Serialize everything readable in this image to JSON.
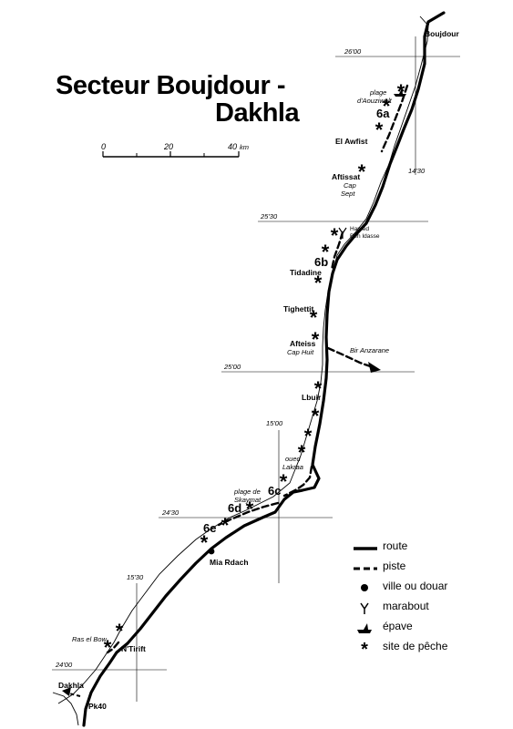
{
  "title": {
    "line1": "Secteur Boujdour -",
    "line2": "Dakhla"
  },
  "scale": {
    "ticks": [
      "0",
      "20",
      "40"
    ],
    "unit": "km"
  },
  "coords": {
    "lat_2600": "26'00",
    "lat_2530": "25'30",
    "lat_2500": "25'00",
    "lat_2430": "24'30",
    "lat_2400": "24'00",
    "lon_1430": "14'30",
    "lon_1500": "15'00",
    "lon_1530": "15'30"
  },
  "places": {
    "boujdour": "Boujdour",
    "el_awfist": "El Awfist",
    "aftissat": "Aftissat",
    "hamed": "Hamed",
    "ben_idasse": "Ben Idasse",
    "tidadine": "Tidadine",
    "tighettit": "Tighettit",
    "afteiss": "Afteiss",
    "lbuir": "Lbuir",
    "mia_rdach": "Mia Rdach",
    "ntirift": "N'Tirift",
    "dakhla": "Dakhla",
    "pk40": "Pk40"
  },
  "features": {
    "plage": "plage",
    "aouziwelt": "d'Aouziwelt",
    "cap": "Cap",
    "sept": "Sept",
    "cap_huit": "Cap Huit",
    "bir_anzarane": "Bir Anzarane",
    "oued": "oued",
    "lakraa": "Lakraa",
    "plage_de": "plage de",
    "skaymat": "Skaymat",
    "ras_el_bow": "Ras el Bow"
  },
  "sectors": {
    "s6a": "6a",
    "s6b": "6b",
    "s6c": "6c",
    "s6d": "6d",
    "s6e": "6e"
  },
  "legend": {
    "route": "route",
    "piste": "piste",
    "ville": "ville ou douar",
    "marabout": "marabout",
    "epave": "épave",
    "peche": "site de pêche"
  }
}
